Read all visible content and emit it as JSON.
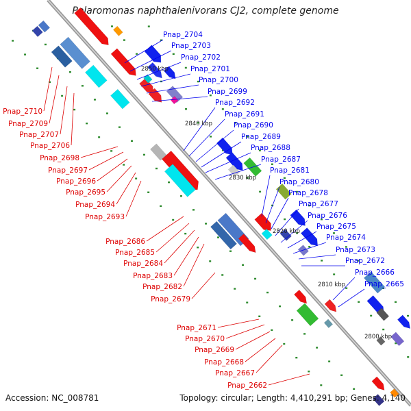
{
  "title": "Polaromonas naphthalenivorans CJ2, complete genome",
  "footer": {
    "accession": "Accession: NC_008781",
    "summary": "Topology: circular; Length: 4,410,291 bp; Genes: 4,140"
  },
  "colors": {
    "backbone": "#888888",
    "forward_label": "#0000ee",
    "reverse_label": "#dd0000",
    "tick": "#2e8b2e"
  },
  "kbp_markers": [
    "2850 kbp",
    "2840 kbp",
    "2830 kbp",
    "2820 kbp",
    "2810 kbp",
    "2800 kbp"
  ],
  "forward_genes": [
    "Pnap_2704",
    "Pnap_2703",
    "Pnap_2702",
    "Pnap_2701",
    "Pnap_2700",
    "Pnap_2699",
    "Pnap_2692",
    "Pnap_2691",
    "Pnap_2690",
    "Pnap_2689",
    "Pnap_2688",
    "Pnap_2687",
    "Pnap_2681",
    "Pnap_2680",
    "Pnap_2678",
    "Pnap_2677",
    "Pnap_2676",
    "Pnap_2675",
    "Pnap_2674",
    "Pnap_2673",
    "Pnap_2672",
    "Pnap_2666",
    "Pnap_2665"
  ],
  "reverse_genes": [
    "Pnap_2710",
    "Pnap_2709",
    "Pnap_2707",
    "Pnap_2706",
    "Pnap_2698",
    "Pnap_2697",
    "Pnap_2696",
    "Pnap_2695",
    "Pnap_2694",
    "Pnap_2693",
    "Pnap_2686",
    "Pnap_2685",
    "Pnap_2684",
    "Pnap_2683",
    "Pnap_2682",
    "Pnap_2679",
    "Pnap_2671",
    "Pnap_2670",
    "Pnap_2669",
    "Pnap_2668",
    "Pnap_2667",
    "Pnap_2662"
  ]
}
